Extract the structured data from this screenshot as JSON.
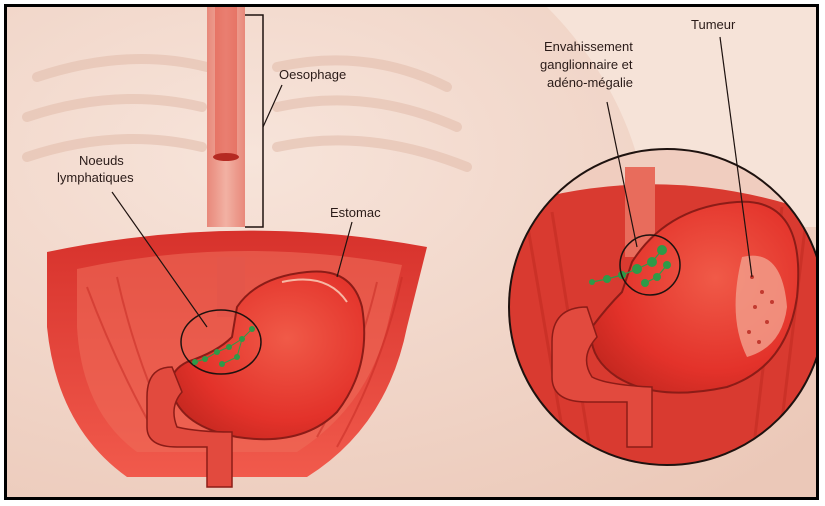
{
  "labels": {
    "oesophage": "Oesophage",
    "noeuds_line1": "Noeuds",
    "noeuds_line2": "lymphatiques",
    "estomac": "Estomac",
    "envahissement_line1": "Envahissement",
    "envahissement_line2": "ganglionnaire et",
    "envahissement_line3": "adéno-mégalie",
    "tumeur": "Tumeur"
  },
  "colors": {
    "skin": "#f3d9cc",
    "muscle_red": "#e03a32",
    "stomach_red": "#e5332a",
    "dark_red": "#b71d18",
    "lymph_green": "#2e9a48"
  }
}
